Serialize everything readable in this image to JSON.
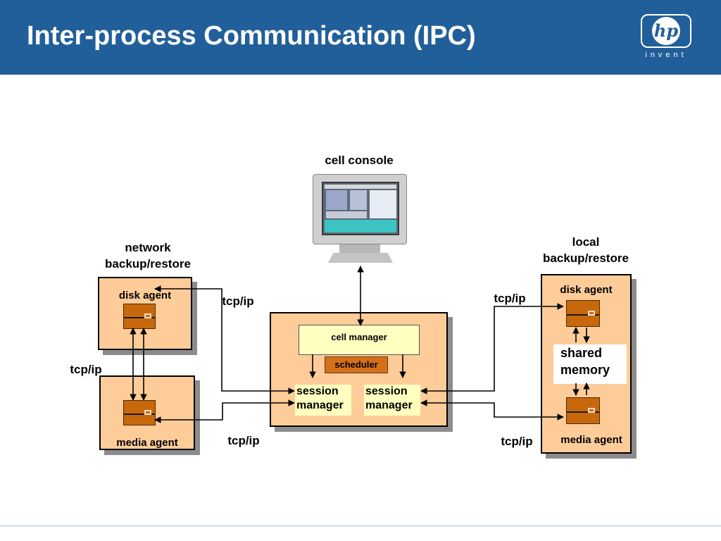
{
  "slide": {
    "title": "Inter-process Communication (IPC)",
    "logo_text": "hp",
    "logo_tagline": "invent"
  },
  "diagram": {
    "cell_console": {
      "label": "cell console"
    },
    "network_group": {
      "label_line1": "network",
      "label_line2": "backup/restore",
      "disk_agent": "disk agent",
      "media_agent": "media agent",
      "link_label": "tcp/ip"
    },
    "cell_manager_box": {
      "cell_manager": "cell manager",
      "scheduler": "scheduler",
      "session_manager_left_line1": "session",
      "session_manager_left_line2": "manager",
      "session_manager_right_line1": "session",
      "session_manager_right_line2": "manager"
    },
    "local_group": {
      "label_line1": "local",
      "label_line2": "backup/restore",
      "disk_agent": "disk agent",
      "media_agent": "media agent",
      "shared_memory_line1": "shared",
      "shared_memory_line2": "memory"
    },
    "connections": {
      "tcpip_left_top": "tcp/ip",
      "tcpip_left_bottom": "tcp/ip",
      "tcpip_right_top": "tcp/ip",
      "tcpip_right_bottom": "tcp/ip"
    }
  }
}
